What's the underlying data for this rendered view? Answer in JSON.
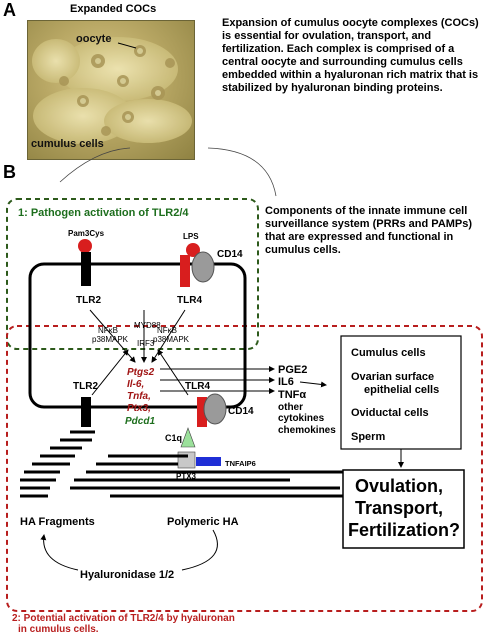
{
  "panel_a": {
    "letter": "A",
    "photo_title": "Expanded COCs",
    "photo_labels": {
      "oocyte": "oocyte",
      "cumulus": "cumulus cells"
    },
    "description": "Expansion of cumulus oocyte complexes (COCs) is essential for ovulation, transport, and fertilization.  Each complex is comprised of a central oocyte and surrounding cumulus cells embedded within a hyaluronan rich matrix that is stabilized by hyaluronan binding proteins."
  },
  "panel_b": {
    "letter": "B",
    "top_box_title": "1: Pathogen activation of TLR2/4",
    "bottom_box_title_line1": "2: Potential activation of TLR2/4 by hyaluronan",
    "bottom_box_title_line2": "in cumulus cells.",
    "components_text": "Components of the innate immune cell surveillance system (PRRs and PAMPs) that are expressed and functional in cumulus cells.",
    "receptors": {
      "pam3cys": "Pam3Cys",
      "lps": "LPS",
      "cd14_top": "CD14",
      "tlr2_top": "TLR2",
      "tlr4_top": "TLR4",
      "tlr2_bottom": "TLR2",
      "tlr4_bottom": "TLR4",
      "cd14_bottom": "CD14"
    },
    "signaling": {
      "myd88": "MYD88",
      "irf3": "IRF3",
      "nfkb_left": "NFκB",
      "p38_left": "p38MAPK",
      "nfkb_right": "NFκB",
      "p38_right": "p38MAPK"
    },
    "genes": [
      "Ptgs2",
      "Il-6,",
      "Tnfa,",
      "Ptx3,",
      "Pdcd1"
    ],
    "outputs": [
      "PGE2",
      "IL6",
      "TNFα",
      "other",
      "cytokines",
      "chemokines"
    ],
    "cells_box": [
      "Cumulus cells",
      "Ovarian surface",
      "epithelial cells",
      "Oviductal cells",
      "Sperm"
    ],
    "proteins": {
      "c1q": "C1q",
      "ptx3": "PTX3",
      "tnfaip6": "TNFAIP6"
    },
    "ha_labels": {
      "fragments": "HA Fragments",
      "polymeric": "Polymeric HA",
      "hyaluronidase": "Hyaluronidase 1/2"
    },
    "outcome": [
      "Ovulation,",
      "Transport,",
      "Fertilization?"
    ],
    "colors": {
      "green_dash": "#2d5a1b",
      "red_dash": "#b81e1e",
      "green_text": "#1d6e1d",
      "dark_red_text": "#a01414",
      "receptor_red": "#d81e1e",
      "tnfaip6_blue": "#1f2fd6",
      "c1q_green": "#9be09b",
      "cd14_gray": "#9a9a9a",
      "ptx3_gray": "#c8c8c8"
    }
  }
}
